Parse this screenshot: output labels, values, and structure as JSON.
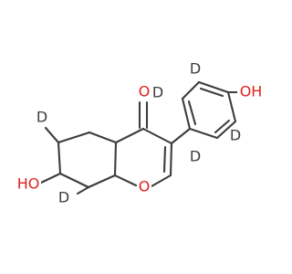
{
  "colors": {
    "bond": "#3d3d3d",
    "oxygen": "#e0201b",
    "deuterium": "#3d3d3d",
    "background": "#ffffff"
  },
  "atoms": {
    "ketone_o": "O",
    "ring_o": "O",
    "phenol_oh": "OH",
    "ring_oh": "HO",
    "d_top_phenyl": "D",
    "d_left_phenyl": "D",
    "d_right_phenyl": "D",
    "d_bottom_phenyl": "D",
    "d_upper_ring": "D",
    "d_lower_ring": "D"
  }
}
